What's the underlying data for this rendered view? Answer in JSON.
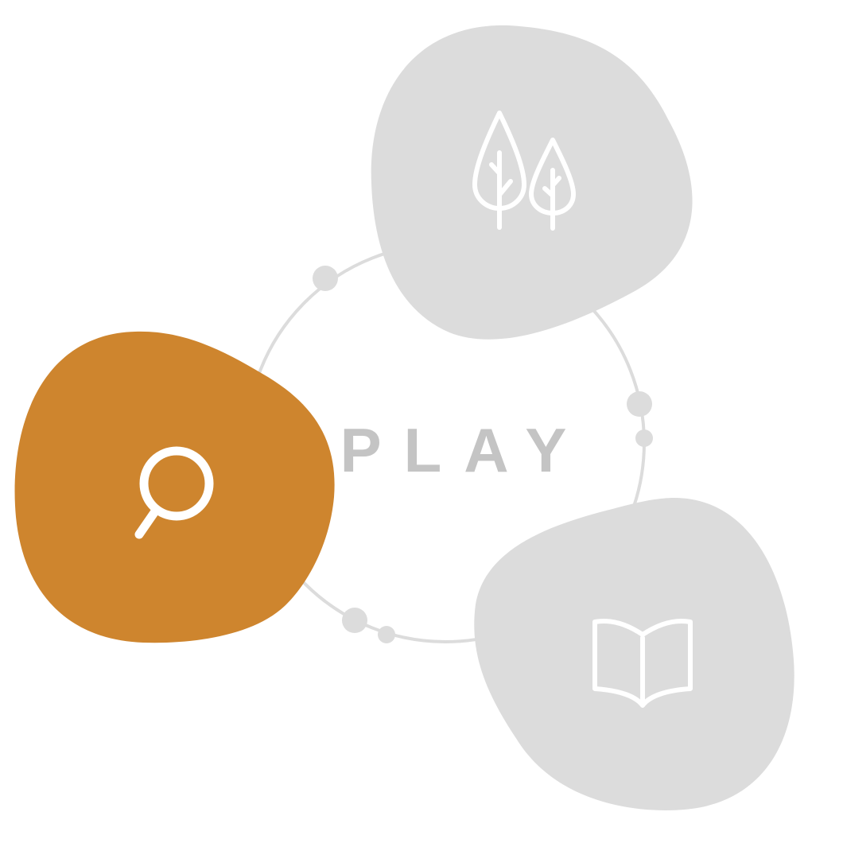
{
  "center": {
    "label": "PLAY"
  },
  "nodes": [
    {
      "id": "explore",
      "icon": "magnifier-icon",
      "active": true
    },
    {
      "id": "nature",
      "icon": "trees-icon",
      "active": false
    },
    {
      "id": "read",
      "icon": "open-book-icon",
      "active": false
    }
  ],
  "colors": {
    "active": "#CE852E",
    "inactive": "#DCDCDC",
    "ring": "#DCDCDC",
    "label": "#C4C4C4",
    "icon": "#FFFFFF"
  }
}
